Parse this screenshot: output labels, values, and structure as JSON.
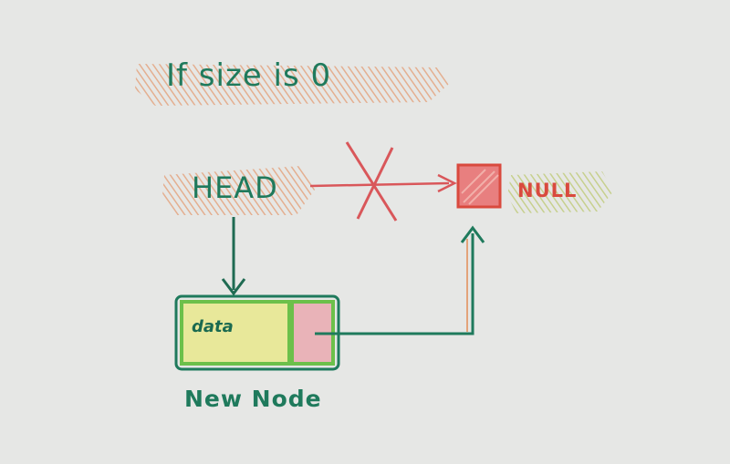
{
  "title": "If size is 0",
  "head_label": "HEAD",
  "null_label": "NULL",
  "node": {
    "data_label": "data",
    "caption": "New Node"
  },
  "colors": {
    "paper": "#e6e7e5",
    "ink_green": "#1f7a5c",
    "ink_red": "#d94a3e",
    "highlight_orange": "#e3a37a",
    "node_fill_yellow": "#e8e89a",
    "node_border_green": "#6cc04a",
    "pointer_fill_pink": "#e9b3b8",
    "null_box_fill": "#e87f7f"
  }
}
